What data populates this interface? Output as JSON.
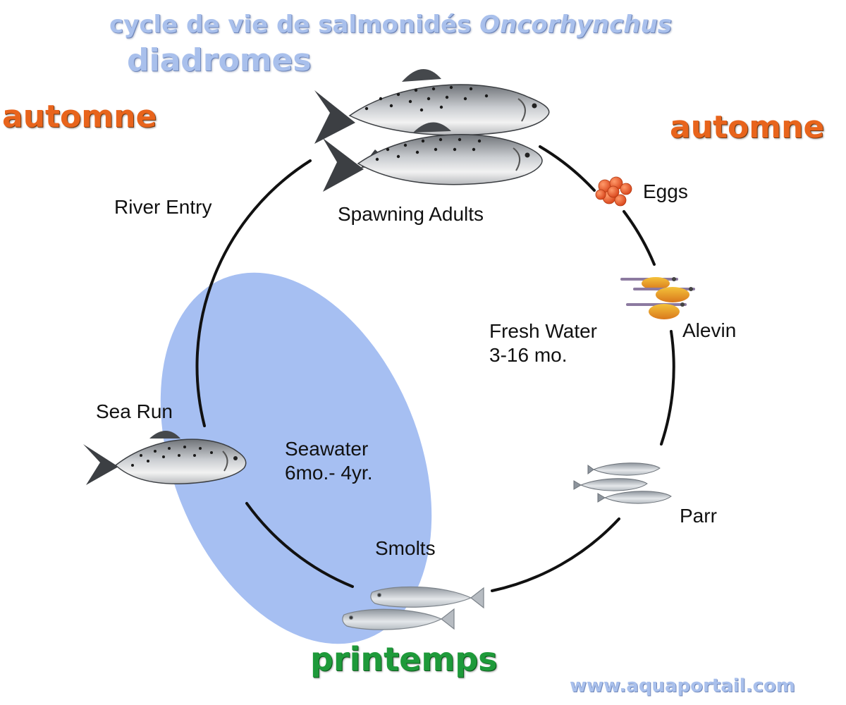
{
  "title": {
    "line1_prefix": "cycle de vie de salmonidés ",
    "line1_italic": "Oncorhynchus",
    "line2": "diadromes"
  },
  "seasons": {
    "left_top": "automne",
    "right_top": "automne",
    "bottom": "printemps"
  },
  "stages": {
    "spawning_adults": "Spawning Adults",
    "eggs": "Eggs",
    "alevin": "Alevin",
    "parr": "Parr",
    "smolts": "Smolts",
    "sea_run": "Sea Run",
    "river_entry": "River Entry"
  },
  "phases": {
    "fresh_water": {
      "name": "Fresh Water",
      "duration": "3-16 mo."
    },
    "seawater": {
      "name": "Seawater",
      "duration": "6mo.- 4yr."
    }
  },
  "website": "www.aquaportail.com",
  "colors": {
    "title": "#a9c0ec",
    "autumn": "#e8641c",
    "spring": "#1e9a3a",
    "seawater_zone": "#a6bff2",
    "eggs": "#e8551c",
    "cycle_line": "#111111"
  }
}
